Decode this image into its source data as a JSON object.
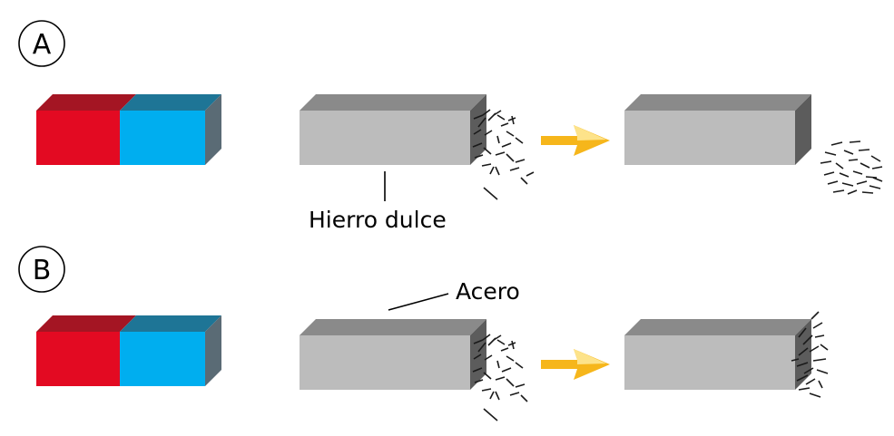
{
  "rows": [
    {
      "label": "A",
      "annotation": "Hierro dulce",
      "after_state": "filings-fall-off"
    },
    {
      "label": "B",
      "annotation": "Acero",
      "after_state": "filings-remain-attached"
    }
  ],
  "colors": {
    "magnet_north_front": "#e30a22",
    "magnet_north_top": "#a41523",
    "magnet_south_front": "#00aeef",
    "magnet_south_top": "#1e7596",
    "magnet_side": "#5a6b75",
    "bar_front": "#bcbcbc",
    "bar_top": "#8a8a8a",
    "bar_side": "#5c5c5c",
    "arrow": "#f6b61b",
    "arrow_highlight": "#fde38a",
    "filing": "#1a1a1a"
  },
  "icons": [
    "magnet-icon",
    "arrow-right-icon",
    "iron-filings-icon"
  ]
}
